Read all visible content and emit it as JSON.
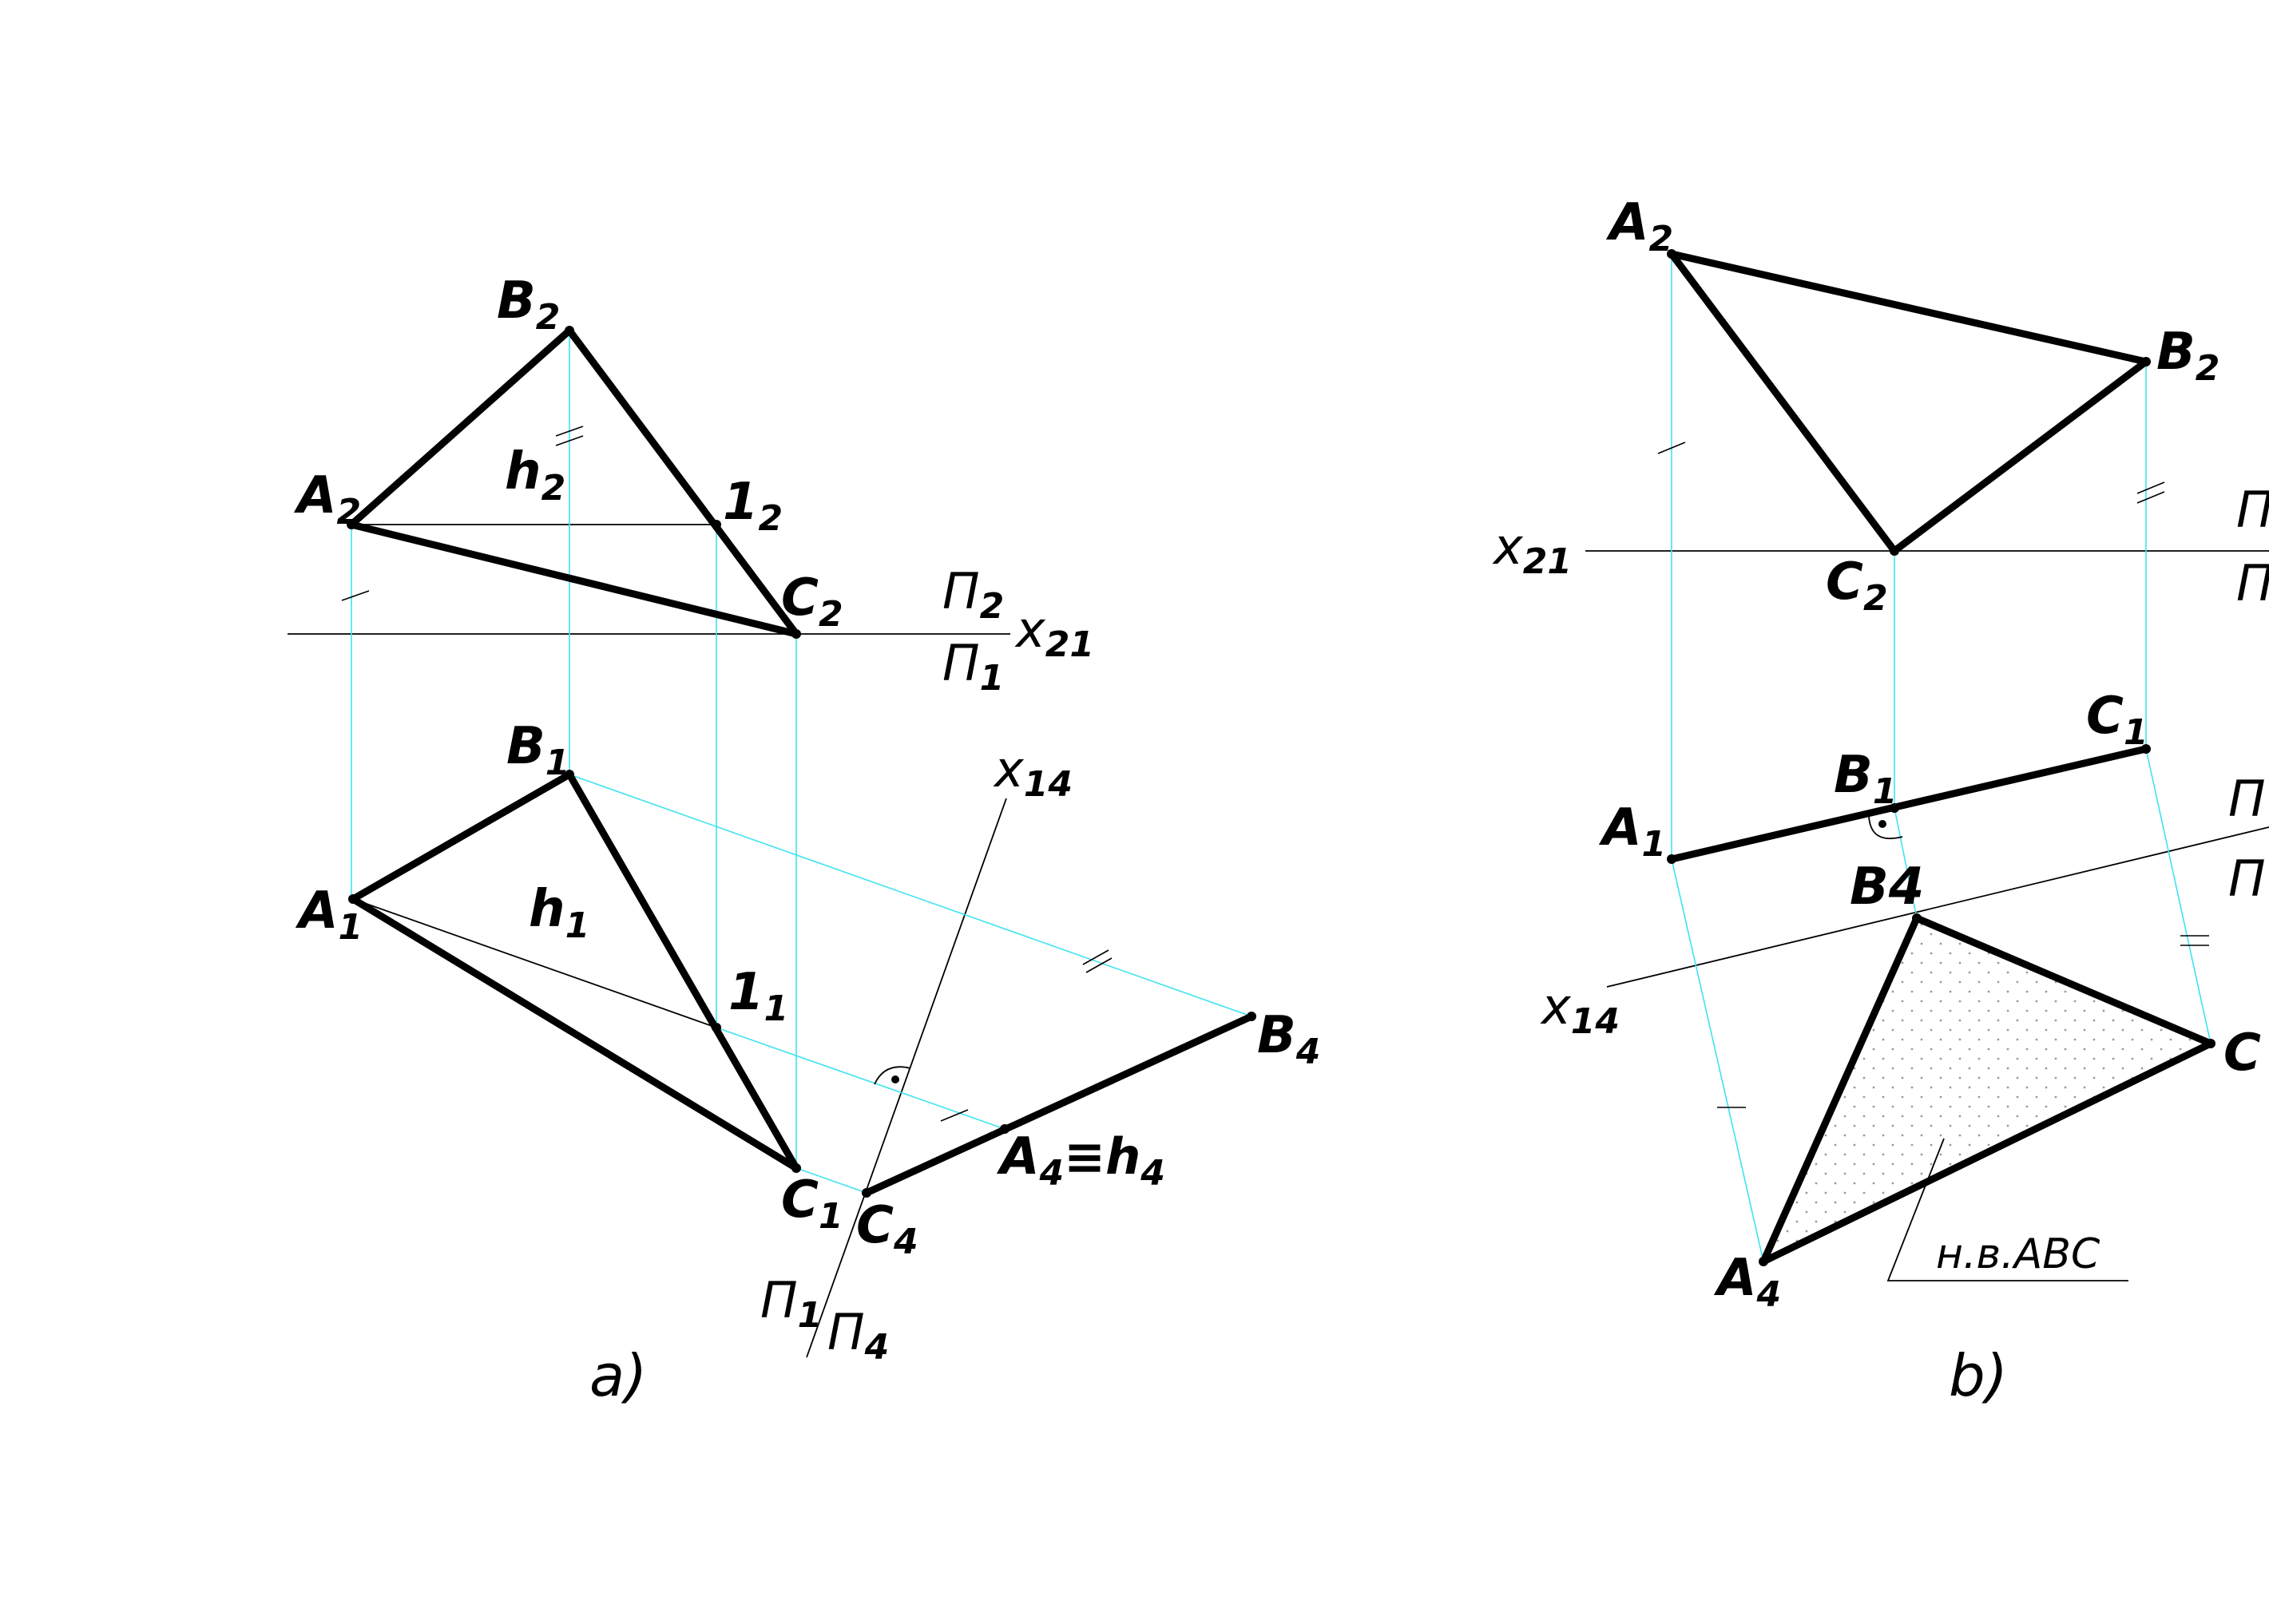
{
  "figure_a": {
    "caption": "a)",
    "A2": "A",
    "A2_sub": "2",
    "B2": "B",
    "B2_sub": "2",
    "C2": "C",
    "C2_sub": "2",
    "one2": "1",
    "one2_sub": "2",
    "h2": "h",
    "h2_sub": "2",
    "A1": "A",
    "A1_sub": "1",
    "B1": "B",
    "B1_sub": "1",
    "C1": "C",
    "C1_sub": "1",
    "one1": "1",
    "one1_sub": "1",
    "h1": "h",
    "h1_sub": "1",
    "B4": "B",
    "B4_sub": "4",
    "C4": "C",
    "C4_sub": "4",
    "A4": "A",
    "A4_sub": "4",
    "A4_identity": "≡",
    "h4": "h",
    "h4_sub": "4",
    "x21": "x",
    "x21_sub": "21",
    "x14": "x",
    "x14_sub": "14",
    "pi2": "П",
    "pi2_sub": "2",
    "pi1": "П",
    "pi1_sub": "1",
    "pi1_b": "П",
    "pi1_b_sub": "1",
    "pi4": "П",
    "pi4_sub": "4"
  },
  "figure_b": {
    "caption": "b)",
    "A2": "A",
    "A2_sub": "2",
    "B2": "B",
    "B2_sub": "2",
    "C2": "C",
    "C2_sub": "2",
    "A1": "A",
    "A1_sub": "1",
    "B1": "B",
    "B1_sub": "1",
    "C1": "C",
    "C1_sub": "1",
    "A4": "A",
    "A4_sub": "4",
    "B4": "B4",
    "C4": "C",
    "x21": "x",
    "x21_sub": "21",
    "x14": "x",
    "x14_sub": "14",
    "pi_a": "П",
    "pi_b": "П",
    "pi_c": "П",
    "pi_d": "П",
    "true_size_label": "н.в.ABC"
  }
}
